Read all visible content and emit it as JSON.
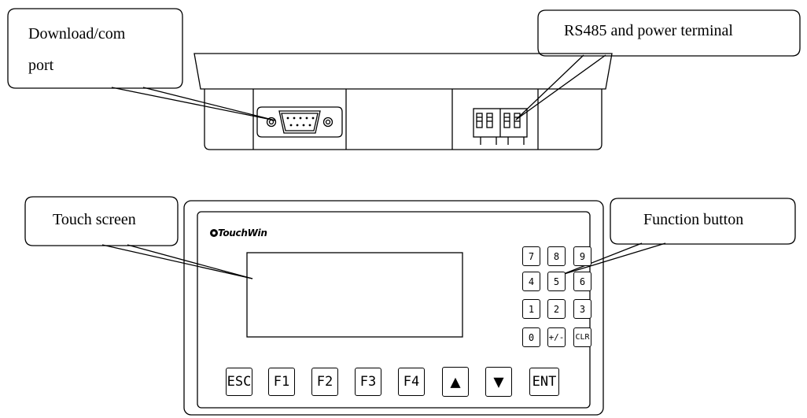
{
  "callouts": {
    "download_port": {
      "line1": "Download/com",
      "line2": "port"
    },
    "rs485_terminal": "RS485 and power terminal",
    "touch_screen": "Touch screen",
    "function_button": "Function button"
  },
  "front_panel": {
    "brand": "TouchWin",
    "keypad": {
      "rows": [
        [
          "7",
          "8",
          "9"
        ],
        [
          "4",
          "5",
          "6"
        ],
        [
          "1",
          "2",
          "3"
        ],
        [
          "0",
          "+/-",
          "CLR"
        ]
      ]
    },
    "function_keys": [
      "ESC",
      "F1",
      "F2",
      "F3",
      "F4",
      "▲",
      "▼",
      "ENT"
    ]
  }
}
